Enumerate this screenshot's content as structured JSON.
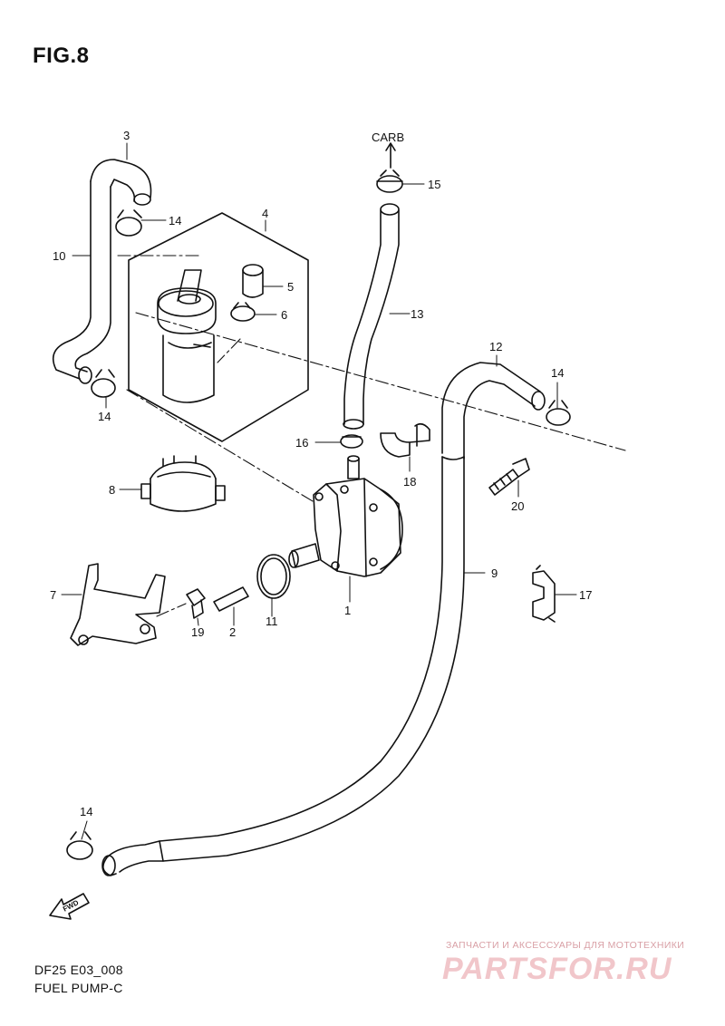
{
  "figure": {
    "title": "FIG.8",
    "code": "DF25 E03_008",
    "name": "FUEL PUMP-C"
  },
  "annotations": {
    "carb": "CARB",
    "fwd": "FWD"
  },
  "callouts": [
    {
      "id": "c1",
      "label": "1"
    },
    {
      "id": "c2",
      "label": "2"
    },
    {
      "id": "c3",
      "label": "3"
    },
    {
      "id": "c4",
      "label": "4"
    },
    {
      "id": "c5",
      "label": "5"
    },
    {
      "id": "c6",
      "label": "6"
    },
    {
      "id": "c7",
      "label": "7"
    },
    {
      "id": "c8",
      "label": "8"
    },
    {
      "id": "c9",
      "label": "9"
    },
    {
      "id": "c10",
      "label": "10"
    },
    {
      "id": "c11",
      "label": "11"
    },
    {
      "id": "c12",
      "label": "12"
    },
    {
      "id": "c13",
      "label": "13"
    },
    {
      "id": "c14a",
      "label": "14"
    },
    {
      "id": "c14b",
      "label": "14"
    },
    {
      "id": "c14c",
      "label": "14"
    },
    {
      "id": "c14d",
      "label": "14"
    },
    {
      "id": "c15",
      "label": "15"
    },
    {
      "id": "c16",
      "label": "16"
    },
    {
      "id": "c17",
      "label": "17"
    },
    {
      "id": "c18",
      "label": "18"
    },
    {
      "id": "c19",
      "label": "19"
    },
    {
      "id": "c20",
      "label": "20"
    }
  ],
  "watermark": {
    "small": "ЗАПЧАСТИ И АКСЕССУАРЫ ДЛЯ МОТОТЕХНИКИ",
    "big": "PARTSFOR.RU"
  }
}
